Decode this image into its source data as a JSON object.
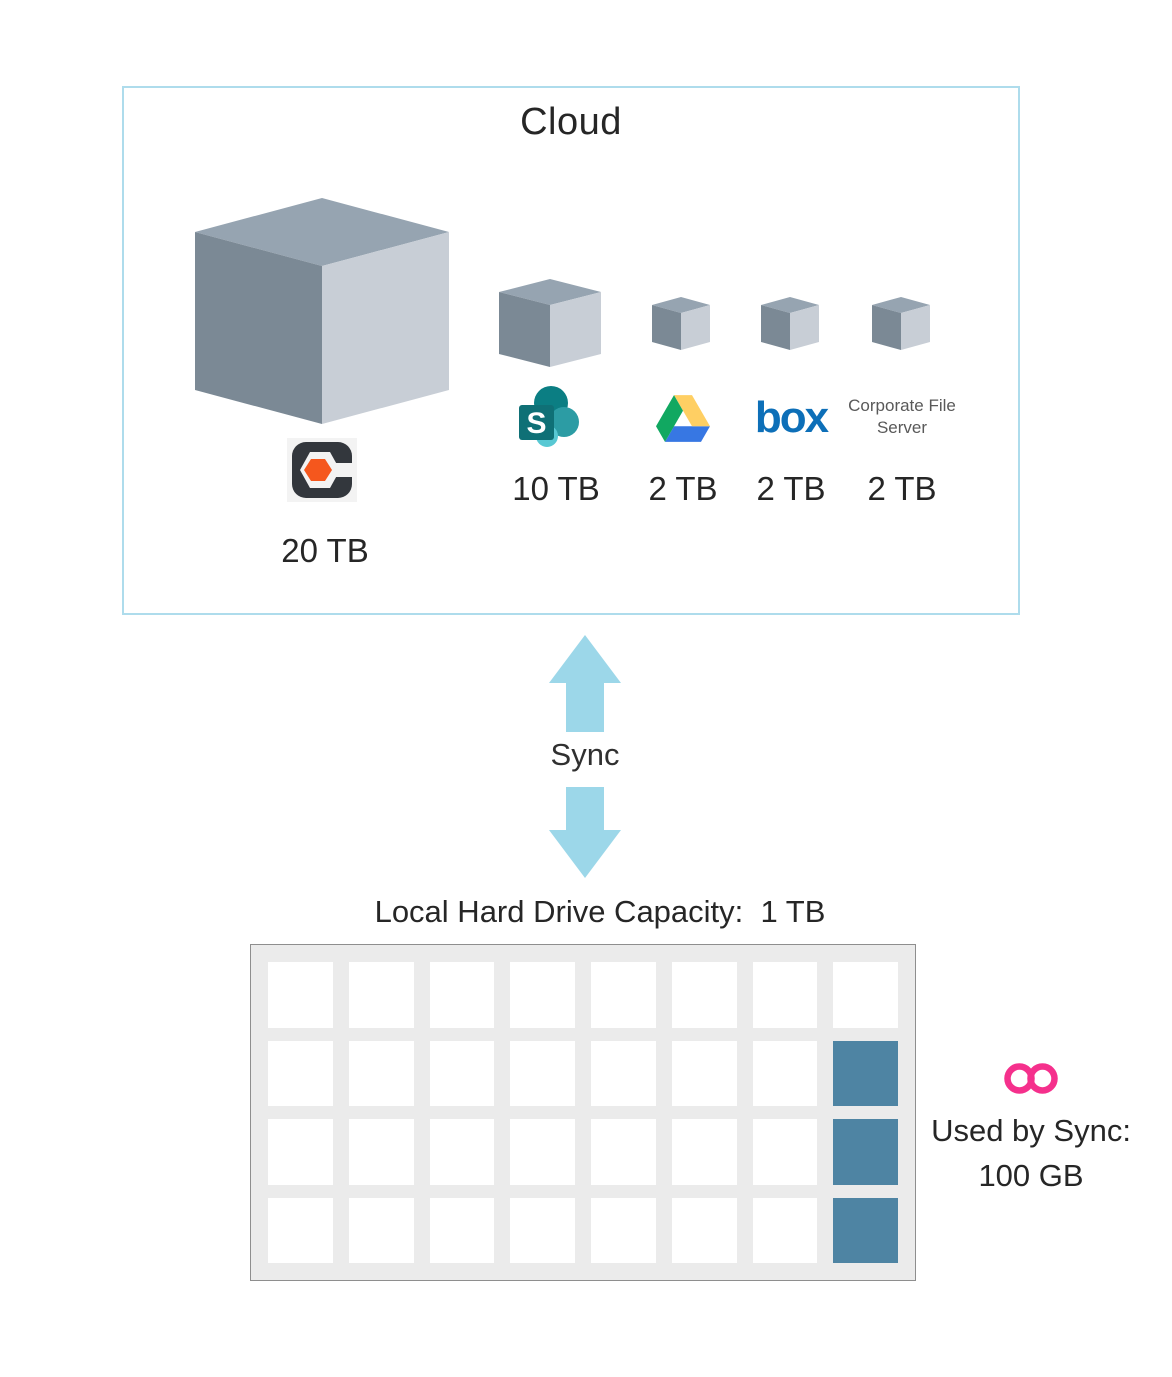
{
  "cloud": {
    "title": "Cloud",
    "sources": [
      {
        "id": "egnyte",
        "icon": "egnyte-icon",
        "capacity": "20 TB"
      },
      {
        "id": "sharepoint",
        "icon": "sharepoint-icon",
        "capacity": "10 TB"
      },
      {
        "id": "google-drive",
        "icon": "google-drive-icon",
        "capacity": "2 TB"
      },
      {
        "id": "box",
        "icon": "box-logo",
        "logo_text": "box",
        "capacity": "2 TB"
      },
      {
        "id": "corporate-file-server",
        "name": "Corporate File Server",
        "capacity": "2 TB"
      }
    ],
    "sharepoint_letter": "S"
  },
  "sync": {
    "label": "Sync"
  },
  "local_drive": {
    "title": "Local Hard Drive Capacity:  1 TB",
    "grid": {
      "columns": 8,
      "rows": 4,
      "used_cell_indexes": [
        15,
        23,
        31
      ],
      "free_color": "#FFFFFF",
      "used_color": "#4E84A3"
    },
    "usage": {
      "icon": "infinity-icon",
      "label": "Used by Sync:",
      "value": "100 GB"
    }
  },
  "colors": {
    "cloud_border": "#AEDCEC",
    "sync_arrow": "#9CD7E9",
    "cube_top": "#96A4B1",
    "cube_left": "#7B8995",
    "cube_right": "#C8CED6",
    "infinity_pink": "#F5308C",
    "grid_background": "#EBEBEB",
    "box_blue": "#0D6FB8"
  }
}
